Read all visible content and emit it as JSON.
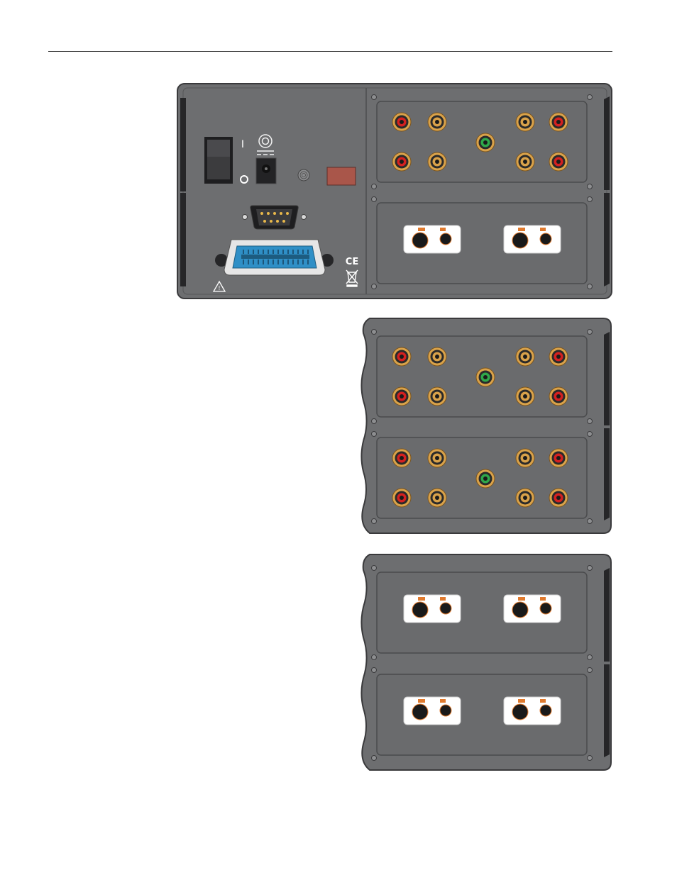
{
  "figure": {
    "switch_on_mark": "I",
    "switch_off_mark": "O",
    "ce_mark": "CE",
    "warning_mark": "!",
    "colors": {
      "page_bg": "#ffffff",
      "panel": "#6d6e70",
      "panel_edge": "#3a3a3c",
      "panel_dark": "#262628",
      "module": "#6a6b6d",
      "rca_gold": "#d9a24a",
      "rca_red": "#d42020",
      "rca_green": "#2fa84a",
      "gpib_blue": "#2f8fc6",
      "led_red": "#a9564a",
      "socket_white": "#ffffff",
      "socket_orange": "#e07a2e"
    },
    "panels": [
      {
        "name": "main-chassis-panel",
        "modules": [
          "rca-module",
          "xlr-module"
        ]
      },
      {
        "name": "expansion-panel-rca",
        "modules": [
          "rca-module",
          "rca-module"
        ]
      },
      {
        "name": "expansion-panel-xlr",
        "modules": [
          "xlr-module",
          "xlr-module"
        ]
      }
    ]
  }
}
